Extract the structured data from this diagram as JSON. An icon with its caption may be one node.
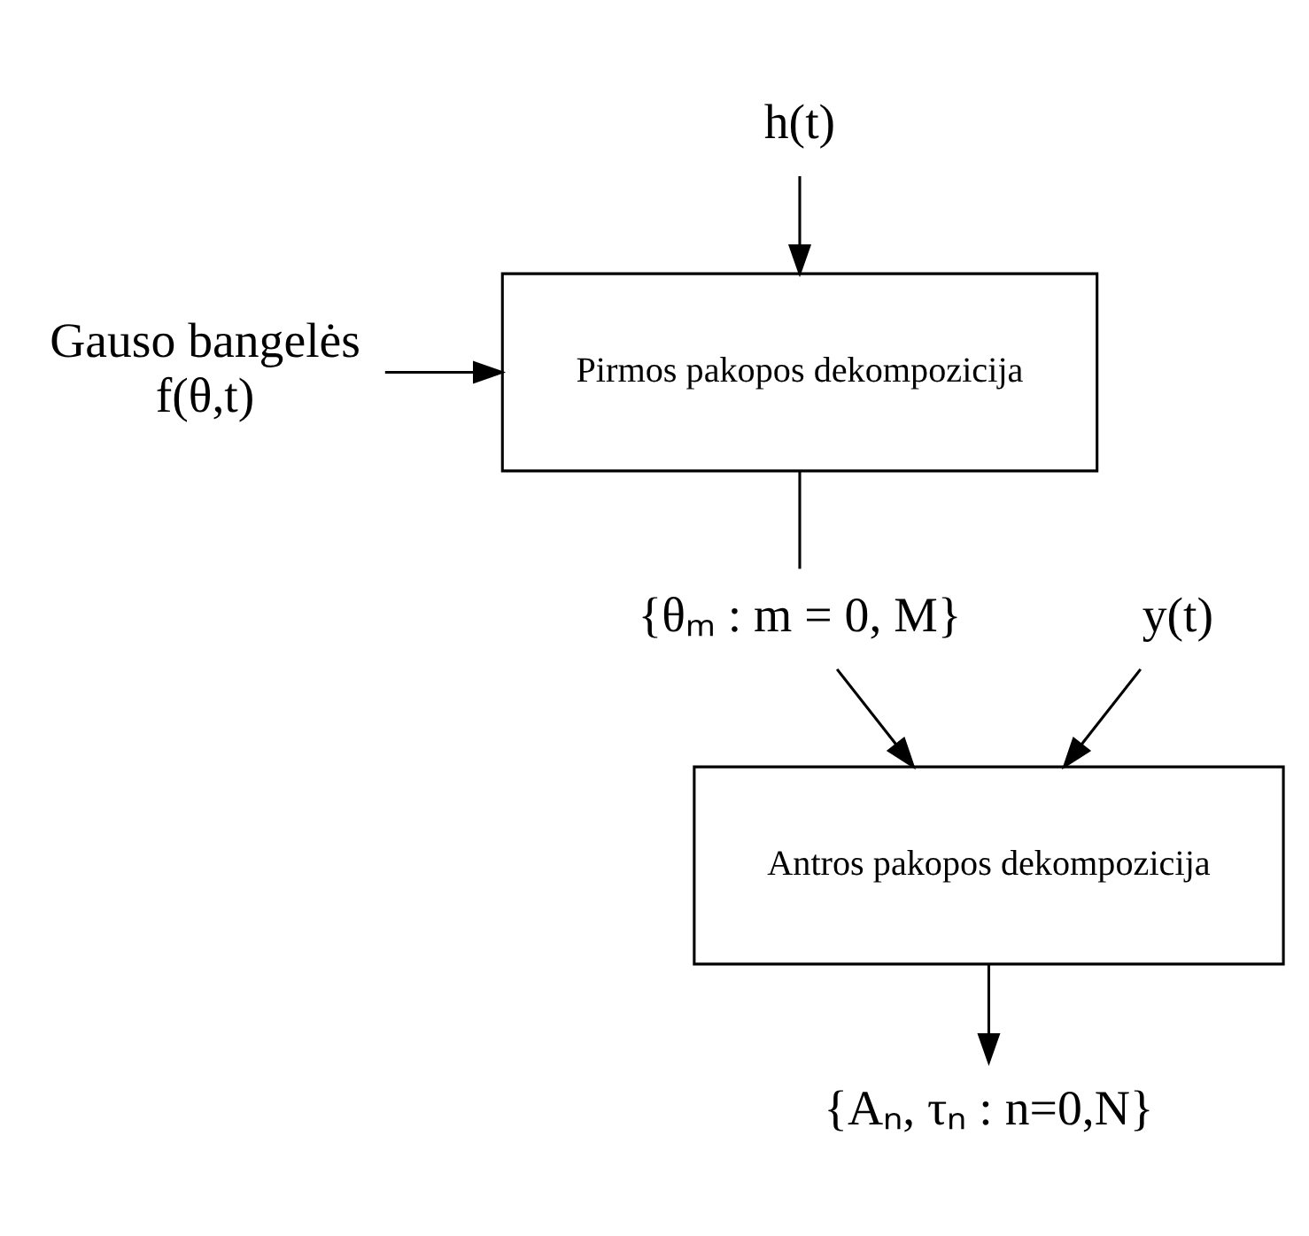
{
  "diagram": {
    "nodes": [
      {
        "text": [
          "h(t)"
        ]
      },
      {
        "text": [
          "Pirmos pakopos dekompozicija"
        ]
      },
      {
        "text": [
          "Gauso bangelės",
          "f(θ,t)"
        ]
      },
      {
        "text": [
          "{θₘ : m = 0, M}"
        ]
      },
      {
        "text": [
          "y(t)"
        ]
      },
      {
        "text": [
          "Antros pakopos dekompozicija"
        ]
      },
      {
        "text": [
          "{Aₙ, τₙ : n=0,N}"
        ]
      }
    ],
    "edges": [
      {
        "from": 0,
        "to": 1,
        "arrow": "to"
      },
      {
        "from": 2,
        "to": 1,
        "arrow": "to"
      },
      {
        "from": 1,
        "to": 3,
        "arrow": "none"
      },
      {
        "from": 3,
        "to": 5,
        "arrow": "to"
      },
      {
        "from": 4,
        "to": 5,
        "arrow": "to"
      },
      {
        "from": 5,
        "to": 6,
        "arrow": "to"
      }
    ]
  }
}
